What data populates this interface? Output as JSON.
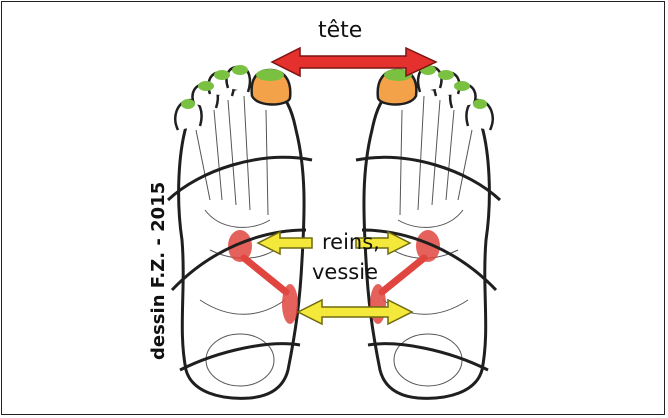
{
  "labels": {
    "head": "tête",
    "kidneys": "reins,",
    "bladder": "vessie",
    "credit": "dessin F.Z.  -  2015"
  },
  "colors": {
    "outline": "#1f1f1f",
    "toe_tip": "#7ac142",
    "big_toe": "#f4a24a",
    "organ": "#e0463f",
    "red_arrow": "#e4312d",
    "yellow_arrow": "#f4e93a"
  }
}
